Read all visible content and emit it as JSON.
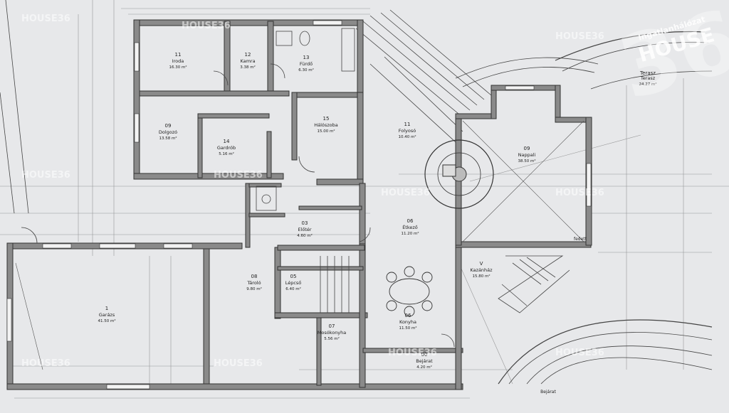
{
  "watermark": {
    "brand": "HOUSE36",
    "network": "Ingatlanhálózat",
    "logo_text": "HOUSE",
    "logo_number": "36"
  },
  "rooms": [
    {
      "id": "irodaszoba",
      "num": "11",
      "name": "Iroda",
      "area": "16.30 m²"
    },
    {
      "id": "kamra",
      "num": "12",
      "name": "Kamra",
      "area": "3.38 m²"
    },
    {
      "id": "furdo",
      "num": "13",
      "name": "Fürdő",
      "area": "6.30 m²"
    },
    {
      "id": "haloszoba",
      "num": "09",
      "name": "Dolgozó",
      "area": "13.58 m²"
    },
    {
      "id": "gardrob",
      "num": "14",
      "name": "Gardrób",
      "area": "5.16 m²"
    },
    {
      "id": "haloszoba-2",
      "num": "15",
      "name": "Hálószoba",
      "area": "15.00 m²"
    },
    {
      "id": "hall",
      "num": "11",
      "name": "Folyosó",
      "area": "10.40 m²"
    },
    {
      "id": "nappali",
      "num": "09",
      "name": "Nappali",
      "area": "38.50 m²"
    },
    {
      "id": "eloter",
      "num": "03",
      "name": "Előtér",
      "area": "4.60 m²"
    },
    {
      "id": "etkezo",
      "num": "06",
      "name": "Étkező",
      "area": "11.20 m²"
    },
    {
      "id": "garazs",
      "num": "1",
      "name": "Garázs",
      "area": "41.50 m²"
    },
    {
      "id": "tarolo",
      "num": "08",
      "name": "Tároló",
      "area": "9.80 m²"
    },
    {
      "id": "lepcso",
      "num": "05",
      "name": "Lépcső",
      "area": "6.40 m²"
    },
    {
      "id": "mosokonyha",
      "num": "07",
      "name": "Mosókonyha",
      "area": "5.56 m²"
    },
    {
      "id": "konyha",
      "num": "06",
      "name": "Konyha",
      "area": "11.50 m²"
    },
    {
      "id": "kazan",
      "num": "V",
      "name": "Kazánház",
      "area": "15.80 m²"
    },
    {
      "id": "terasz",
      "num": "",
      "name": "Terasz",
      "area": "24.27 m²"
    },
    {
      "id": "bejarat",
      "num": "00",
      "name": "Bejárat",
      "area": "4.20 m²"
    }
  ],
  "labels": {
    "terasz_title": "Terasz",
    "bottom_label": "Bejárat",
    "right_label": "fedett"
  }
}
